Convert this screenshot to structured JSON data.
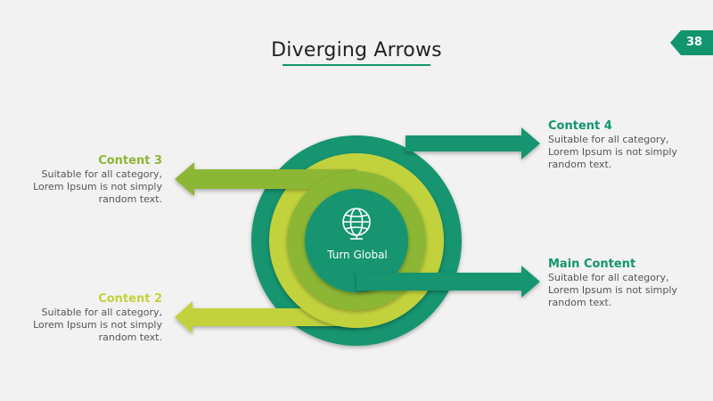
{
  "title": "Diverging Arrows",
  "page_number": "38",
  "center": {
    "label": "Turn Global",
    "icon": "globe-icon"
  },
  "colors": {
    "teal": "#12956f",
    "lime": "#c2d23d",
    "green": "#8cb735",
    "badge": "#12956f"
  },
  "blocks": {
    "content4": {
      "heading": "Content 4",
      "text": "Suitable for all category, Lorem Ipsum is not simply random text."
    },
    "content3": {
      "heading": "Content 3",
      "text": "Suitable for all category, Lorem Ipsum is not simply random text."
    },
    "content2": {
      "heading": "Content 2",
      "text": "Suitable for all category, Lorem Ipsum is not simply random text."
    },
    "main": {
      "heading": "Main Content",
      "text": "Suitable for all category, Lorem Ipsum is not simply random text."
    }
  }
}
